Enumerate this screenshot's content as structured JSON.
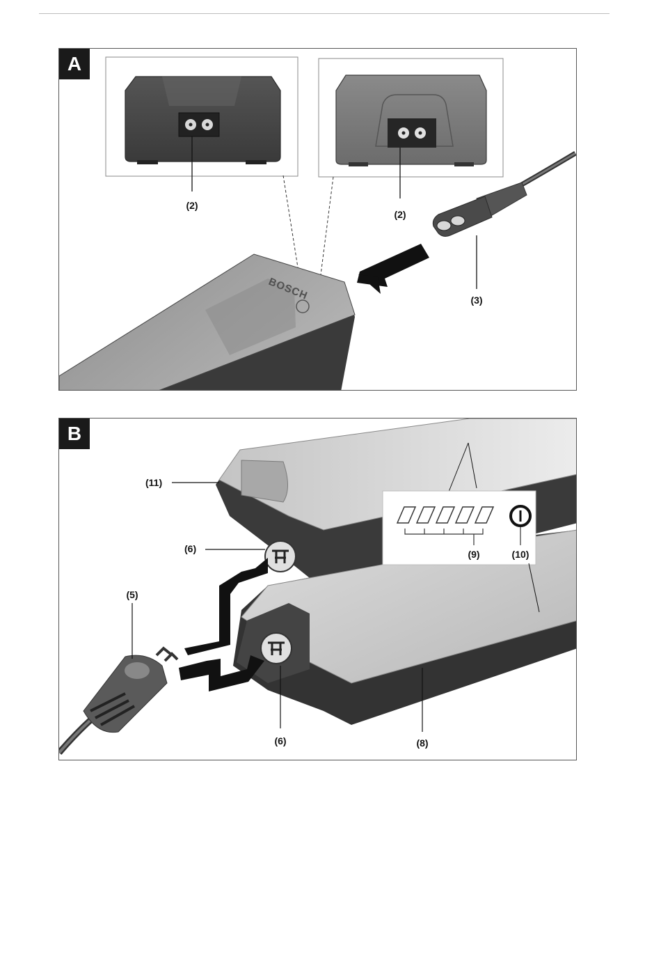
{
  "figures": [
    {
      "letter": "A",
      "callouts": {
        "socket_left": "(2)",
        "socket_right": "(2)",
        "plug": "(3)"
      },
      "brand": "BOSCH"
    },
    {
      "letter": "B",
      "callouts": {
        "lock": "(11)",
        "socket_upper": "(6)",
        "plug": "(5)",
        "socket_lower": "(6)",
        "battery": "(8)",
        "led_display": "(9)",
        "power_button": "(10)"
      }
    }
  ],
  "colors": {
    "charger_dark": "#4a4a4a",
    "charger_light": "#7a7a7a",
    "battery_light": "#d2d2d2",
    "battery_dark": "#3c3c3c",
    "arrow": "#1a1a1a"
  }
}
